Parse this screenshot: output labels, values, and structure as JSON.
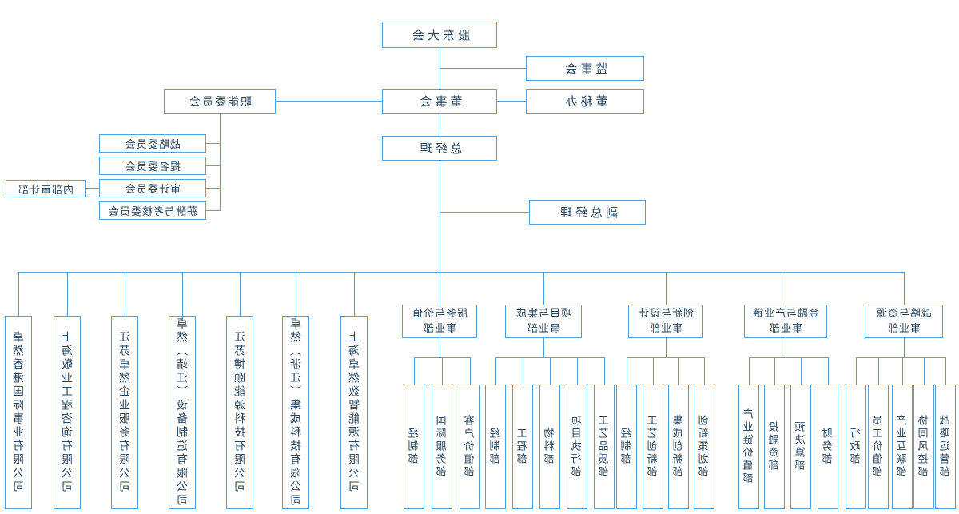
{
  "colors": {
    "border": "#56a0d6",
    "line": "#56a0d6",
    "text": "#27455f",
    "background": "#ffffff"
  },
  "governance": {
    "shareholders_meeting": "股东大会",
    "supervisory_board": "监事会",
    "board_of_directors": "董事会",
    "board_secretary_office": "董秘办",
    "functional_committees": "职能委员会",
    "committees": [
      "战略委员会",
      "提名委员会",
      "审计委员会",
      "薪酬与考核委员会"
    ],
    "internal_audit_dept": "内部审计部",
    "general_manager": "总经理",
    "deputy_general_manager": "副总经理"
  },
  "divisions": [
    {
      "name": "战略与资源事业部",
      "name_lines": [
        "战略与资源",
        "事业部"
      ],
      "departments": [
        "战略运营部",
        "协同风控部",
        "产业互联部",
        "员工价值部",
        "行政部"
      ]
    },
    {
      "name": "金融与产业链事业部",
      "name_lines": [
        "金融与产业链",
        "事业部"
      ],
      "departments": [
        "财务部",
        "预决算部",
        "投融资部",
        "产业链价值部"
      ]
    },
    {
      "name": "创新与设计事业部",
      "name_lines": [
        "创新与设计",
        "事业部"
      ],
      "departments": [
        "创新策划部",
        "集成创新部",
        "工艺创新部",
        "经制部"
      ]
    },
    {
      "name": "项目与集成事业部",
      "name_lines": [
        "项目与集成",
        "事业部"
      ],
      "departments": [
        "工艺品质部",
        "项目执行部",
        "物料部",
        "工程部",
        "经制部"
      ]
    },
    {
      "name": "服务与价值事业部",
      "name_lines": [
        "服务与价值",
        "事业部"
      ],
      "departments": [
        "客户价值部",
        "国际服务部",
        "经制部"
      ]
    }
  ],
  "subsidiaries": [
    "上海卓然数智能源有限公司",
    "卓然（浙江）集成科技有限公司",
    "江苏博颐能源科技有限公司",
    "卓然（靖江）设备制造有限公司",
    "江苏卓然企业服务有限公司",
    "上海敬业工程咨询有限公司",
    "卓然香港国际事业有限公司"
  ]
}
